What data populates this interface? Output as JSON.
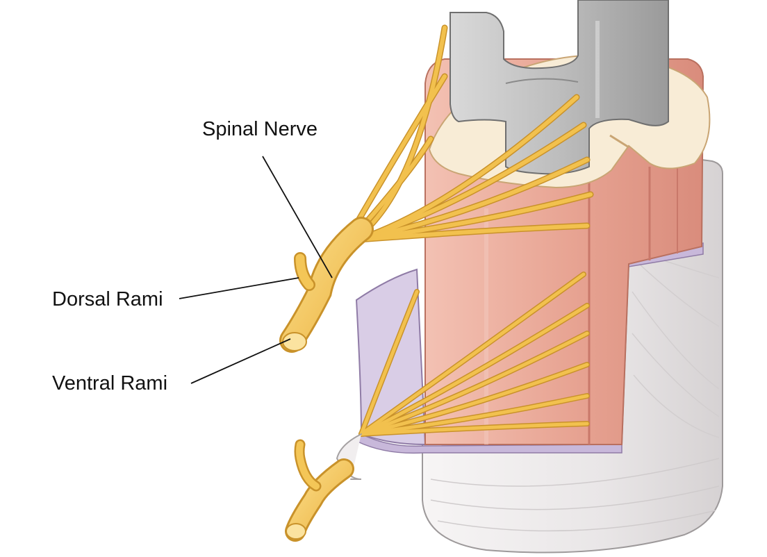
{
  "labels": {
    "spinal_nerve": "Spinal Nerve",
    "dorsal_rami": "Dorsal Rami",
    "ventral_rami": "Ventral Rami"
  },
  "colors": {
    "background": "#ffffff",
    "nerve_fill": "#f2c14e",
    "nerve_outline": "#c9922a",
    "nerve_highlight": "#fbe3a0",
    "cord_white_matter": "#f8ecd6",
    "cord_pink": "#e8a594",
    "cord_pink_dark": "#c9786a",
    "gray_matter": "#bfbfbf",
    "gray_matter_dark": "#8f8f8f",
    "dura_membrane": "#ece9ea",
    "arachnoid_purple": "#b6a2c8",
    "leader_line": "#111111"
  }
}
